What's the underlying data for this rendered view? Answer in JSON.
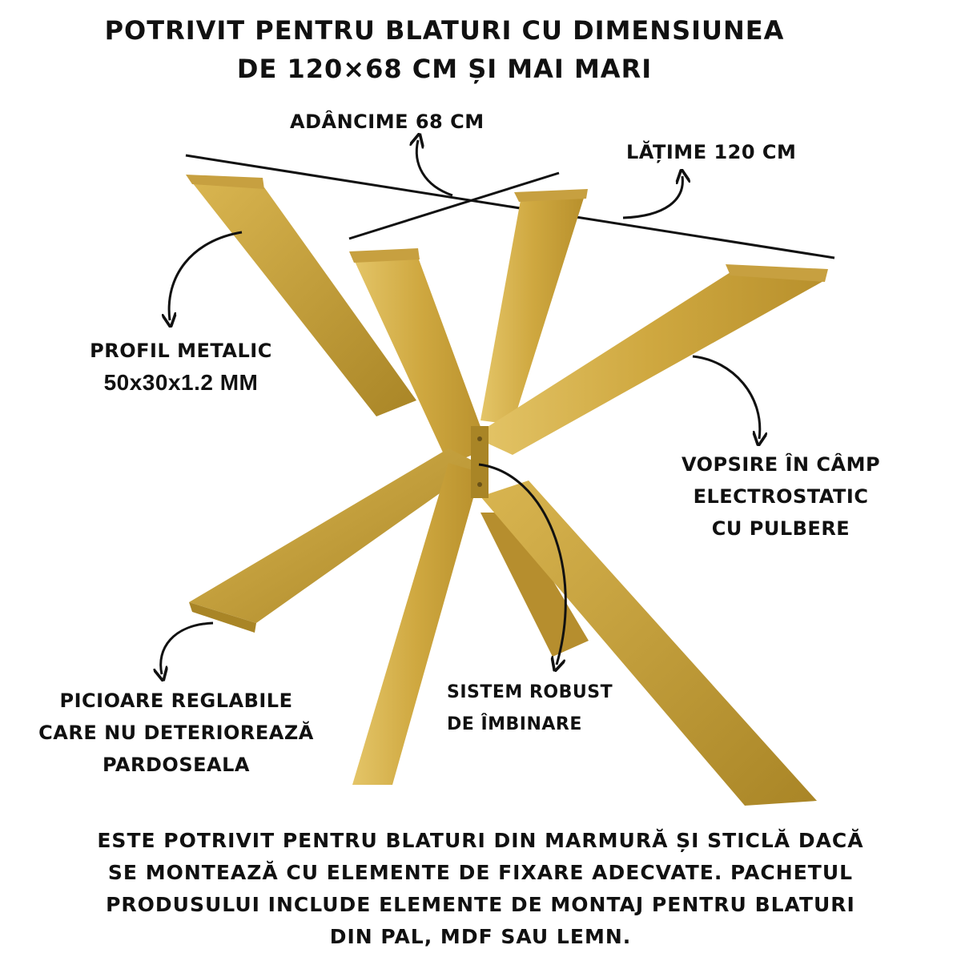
{
  "title": {
    "line1": "POTRIVIT PENTRU BLATURI CU DIMENSIUNEA",
    "line2": "DE 120×68 CM ȘI MAI MARI"
  },
  "labels": {
    "depth": "ADÂNCIME 68 CM",
    "width": "LĂȚIME 120 CM",
    "profile": {
      "line1": "PROFIL METALIC",
      "line2": "50x30x1.2 MM"
    },
    "paint": {
      "line1": "VOPSIRE ÎN CÂMP",
      "line2": "ELECTROSTATIC",
      "line3": "CU PULBERE"
    },
    "feet": {
      "line1": "PICIOARE REGLABILE",
      "line2": "CARE NU DETERIOREAZĂ",
      "line3": "PARDOSEALA"
    },
    "joint": {
      "line1": "SISTEM ROBUST",
      "line2": "DE ÎMBINARE"
    }
  },
  "footer": {
    "line1": "ESTE POTRIVIT PENTRU BLATURI DIN MARMURĂ ȘI STICLĂ DACĂ",
    "line2": "SE MONTEAZĂ CU ELEMENTE DE FIXARE ADECVATE. PACHETUL",
    "line3": "PRODUSULUI INCLUDE ELEMENTE DE MONTAJ PENTRU BLATURI",
    "line4": "DIN PAL, MDF SAU LEMN."
  },
  "colors": {
    "gold": "#c9a23a",
    "gold_dark": "#a47f22",
    "gold_light": "#e0bf5c",
    "ink": "#111111"
  }
}
